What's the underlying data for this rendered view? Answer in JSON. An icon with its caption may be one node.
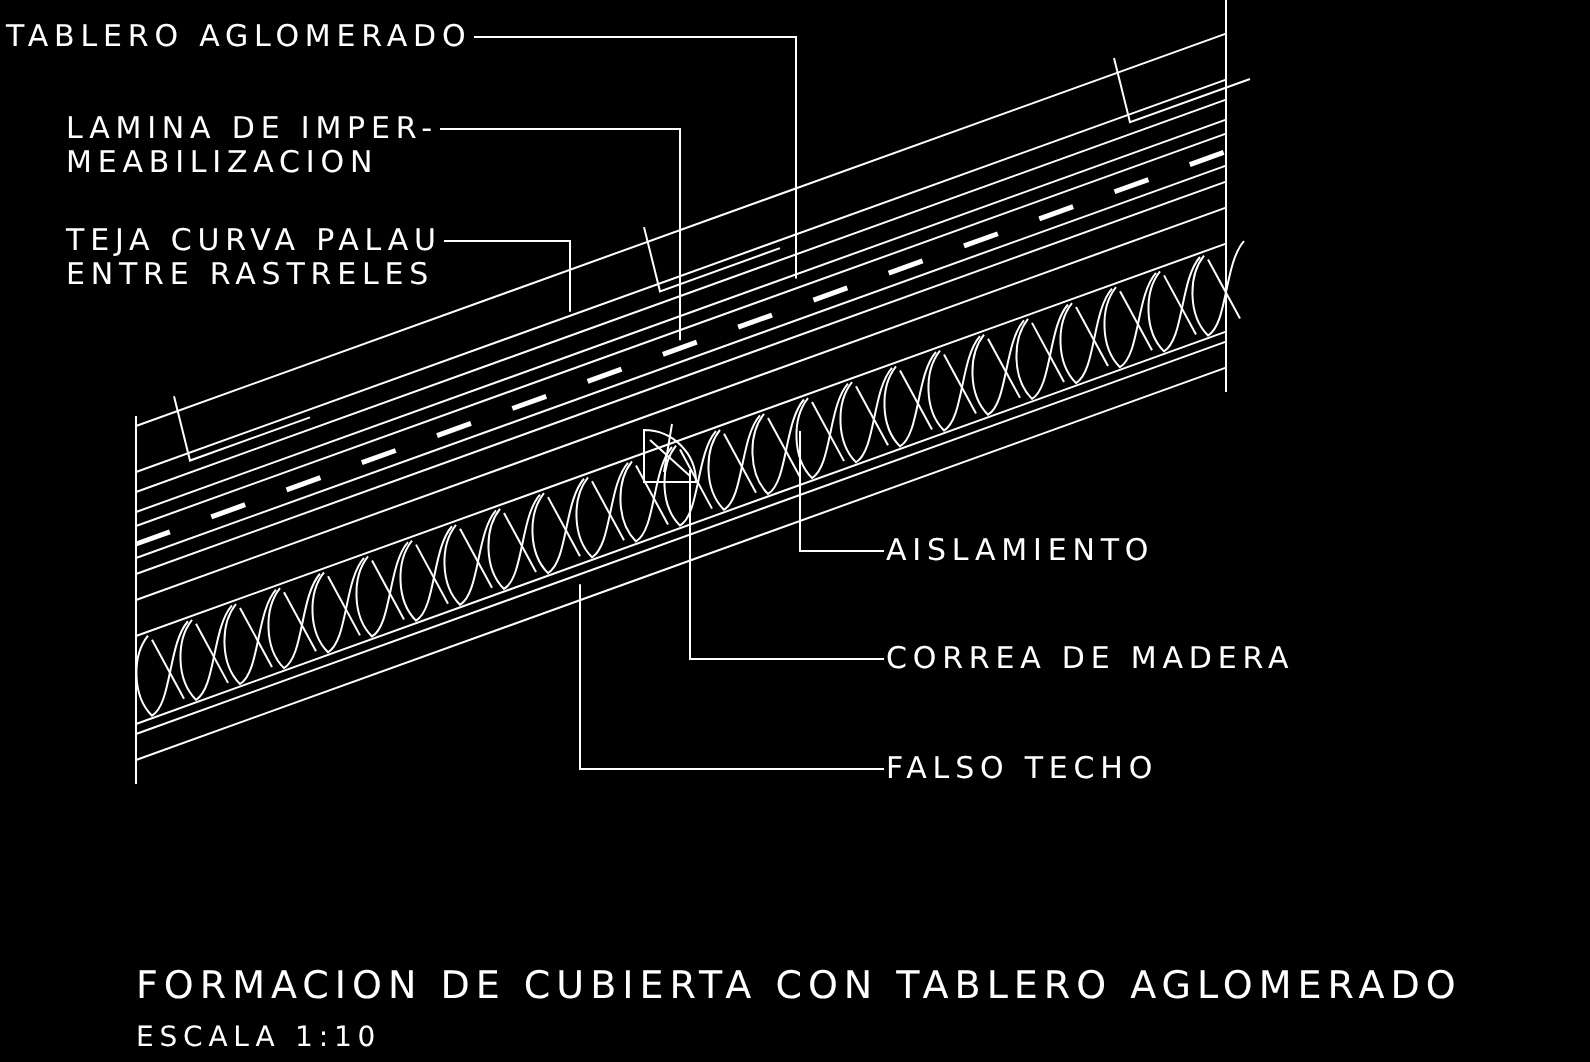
{
  "diagram": {
    "title": "FORMACION DE CUBIERTA CON TABLERO AGLOMERADO",
    "nodes": [
      {
        "text": [
          "TABLERO AGLOMERADO"
        ]
      },
      {
        "text": [
          "LAMINA DE IMPER- MEABILIZACION"
        ]
      },
      {
        "text": [
          "TEJA CURVA PALAU ENTRE RASTRELES"
        ]
      },
      {
        "text": [
          "AISLAMIENTO"
        ]
      },
      {
        "text": [
          "CORREA DE MADERA"
        ]
      },
      {
        "text": [
          "FALSO TECHO"
        ]
      }
    ],
    "edges": [
      {
        "from": 0,
        "to": null,
        "arrow": "none"
      },
      {
        "from": 1,
        "to": null,
        "arrow": "none"
      },
      {
        "from": 2,
        "to": null,
        "arrow": "none"
      },
      {
        "from": 3,
        "to": null,
        "arrow": "none"
      },
      {
        "from": 4,
        "to": null,
        "arrow": "none"
      },
      {
        "from": 5,
        "to": null,
        "arrow": "none"
      }
    ],
    "labels": [
      "ESCALA 1:10"
    ]
  }
}
